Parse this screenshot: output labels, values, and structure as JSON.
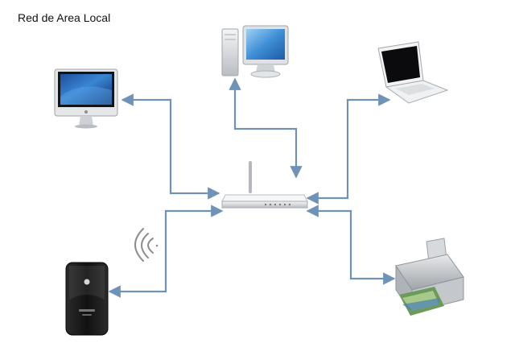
{
  "title": "Red de Area Local",
  "colors": {
    "connector": "#6f93b8",
    "background": "#ffffff"
  },
  "nodes": [
    {
      "id": "router",
      "icon": "wireless-router-icon"
    },
    {
      "id": "desktop-pc",
      "icon": "desktop-tower-monitor-icon"
    },
    {
      "id": "all-in-one",
      "icon": "all-in-one-computer-icon"
    },
    {
      "id": "laptop",
      "icon": "laptop-icon"
    },
    {
      "id": "printer",
      "icon": "inkjet-printer-icon"
    },
    {
      "id": "smartphone",
      "icon": "smartphone-icon"
    },
    {
      "id": "wifi-signal",
      "icon": "wifi-signal-icon"
    }
  ],
  "connections": [
    {
      "from": "router",
      "to": "all-in-one"
    },
    {
      "from": "router",
      "to": "desktop-pc"
    },
    {
      "from": "router",
      "to": "laptop"
    },
    {
      "from": "router",
      "to": "printer"
    },
    {
      "from": "router",
      "to": "smartphone"
    }
  ]
}
